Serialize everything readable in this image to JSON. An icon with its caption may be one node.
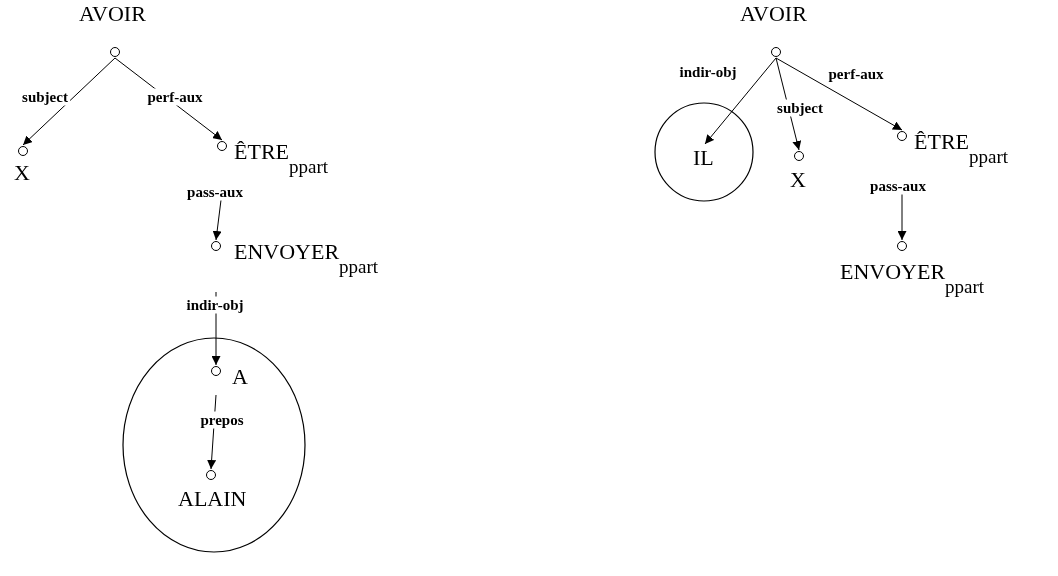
{
  "diagram": {
    "nodes": [
      {
        "text": [
          "AVOIR"
        ]
      },
      {
        "text": [
          "X"
        ]
      },
      {
        "text": [
          "ÊTRE",
          "ppart"
        ]
      },
      {
        "text": [
          "ENVOYER",
          "ppart"
        ]
      },
      {
        "text": [],
        "shape": "circle"
      },
      {
        "text": [
          "A"
        ],
        "in": 4
      },
      {
        "text": [
          "ALAIN"
        ],
        "in": 4
      },
      {
        "text": [
          "AVOIR"
        ]
      },
      {
        "text": [],
        "shape": "circle"
      },
      {
        "text": [
          "IL"
        ],
        "in": 8
      },
      {
        "text": [
          "X"
        ]
      },
      {
        "text": [
          "ÊTRE",
          "ppart"
        ]
      },
      {
        "text": [
          "ENVOYER",
          "ppart"
        ]
      }
    ],
    "edges": [
      {
        "from": 0,
        "to": 1,
        "arrow": "to",
        "label": "subject"
      },
      {
        "from": 0,
        "to": 2,
        "arrow": "to",
        "label": "perf-aux"
      },
      {
        "from": 2,
        "to": 3,
        "arrow": "to",
        "label": "pass-aux"
      },
      {
        "from": 3,
        "to": 5,
        "arrow": "to",
        "label": "indir-obj"
      },
      {
        "from": 5,
        "to": 6,
        "arrow": "to",
        "label": "prepos"
      },
      {
        "from": 7,
        "to": 9,
        "arrow": "to",
        "label": "indir-obj"
      },
      {
        "from": 7,
        "to": 10,
        "arrow": "to",
        "label": "subject"
      },
      {
        "from": 7,
        "to": 11,
        "arrow": "to",
        "label": "perf-aux"
      },
      {
        "from": 11,
        "to": 12,
        "arrow": "to",
        "label": "pass-aux"
      }
    ]
  }
}
